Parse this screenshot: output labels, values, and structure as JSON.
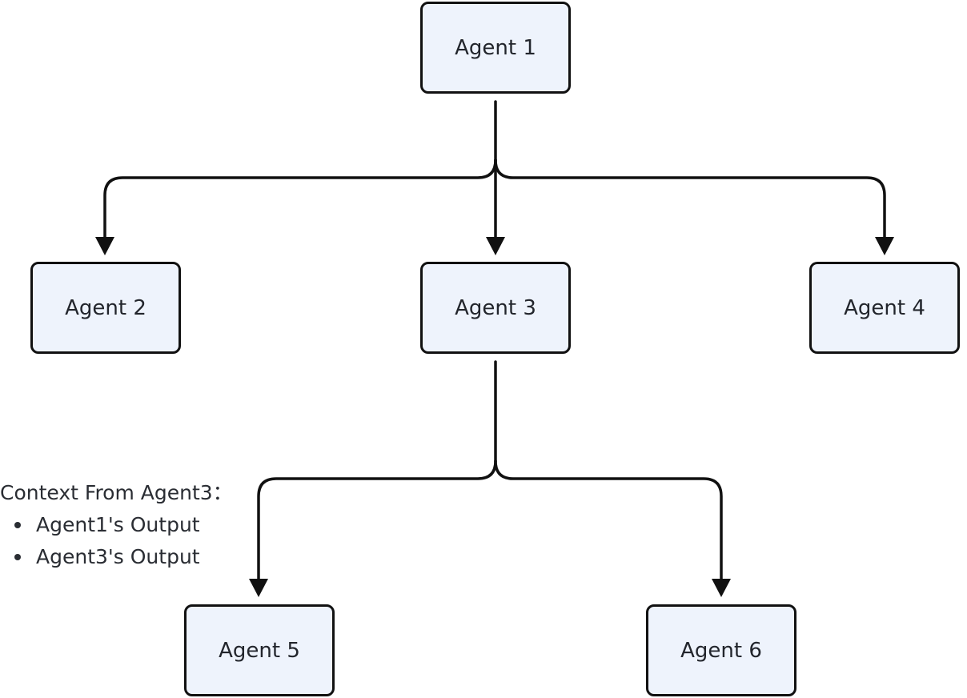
{
  "nodes": [
    {
      "id": "1",
      "label": "Agent 1"
    },
    {
      "id": "2",
      "label": "Agent 2"
    },
    {
      "id": "3",
      "label": "Agent 3"
    },
    {
      "id": "4",
      "label": "Agent 4"
    },
    {
      "id": "5",
      "label": "Agent 5"
    },
    {
      "id": "6",
      "label": "Agent 6"
    }
  ],
  "edges": [
    {
      "from": "1",
      "to": "2"
    },
    {
      "from": "1",
      "to": "3"
    },
    {
      "from": "1",
      "to": "4"
    },
    {
      "from": "3",
      "to": "5"
    },
    {
      "from": "3",
      "to": "6"
    }
  ],
  "context_note": {
    "title": "Context From Agent3：",
    "items": [
      "Agent1's Output",
      "Agent3's Output"
    ]
  },
  "colors": {
    "node_fill": "#eef3fc",
    "node_border": "#111111",
    "edge": "#111111"
  }
}
